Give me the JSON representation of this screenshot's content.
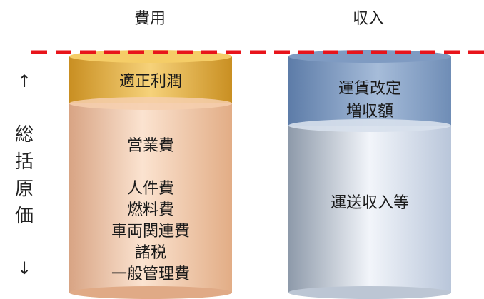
{
  "headings": {
    "cost": "費用",
    "income": "収入"
  },
  "side": {
    "up_arrow": "↑",
    "label": "総括原価",
    "down_arrow": "↓"
  },
  "cost_column": {
    "top_label": "適正利潤",
    "op_label": "営業費",
    "items": [
      "人件費",
      "燃料費",
      "車両関連費",
      "諸税",
      "一般管理費"
    ]
  },
  "income_column": {
    "top_label_line1": "運賃改定",
    "top_label_line2": "増収額",
    "main_label": "運送収入等"
  },
  "colors": {
    "dashed_line": "#e8141b",
    "cost_top": "#f0c45a",
    "cost_body": "#f3c4a2",
    "income_top": "#8da9cc",
    "income_body": "#d3dcea"
  }
}
